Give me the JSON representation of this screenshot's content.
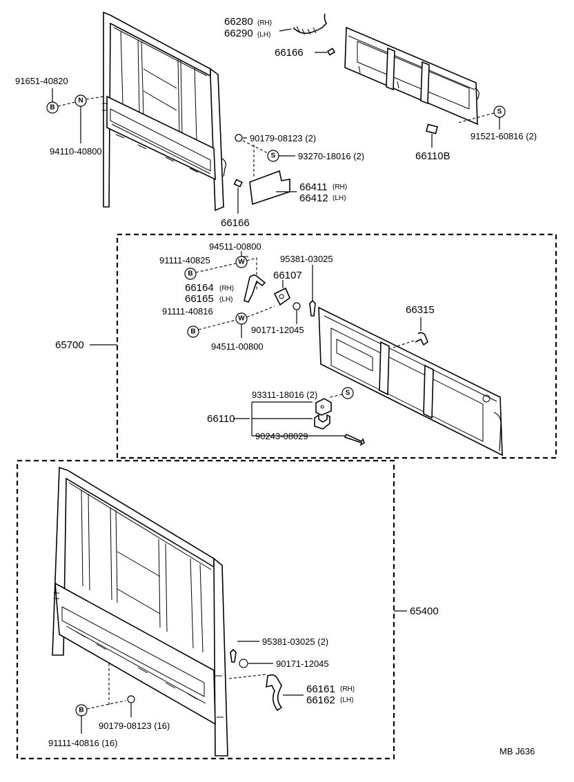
{
  "labels": {
    "p66280": "66280",
    "p66280_side": "(RH)",
    "p66290": "66290",
    "p66290_side": "(LH)",
    "p66166_top": "66166",
    "p91651": "91651-40820",
    "p94110": "94110-40800",
    "p90179_a": "90179-08123 (2)",
    "p93270": "93270-18016 (2)",
    "p66411": "66411",
    "p66411_side": "(RH)",
    "p66412": "66412",
    "p66412_side": "(LH)",
    "p66166_low": "66166",
    "p91521": "91521-60816 (2)",
    "p66110B": "66110B",
    "p94511_a": "94511-00800",
    "p91111_a": "91111-40825",
    "p95381_a": "95381-03025",
    "p66164": "66164",
    "p66164_side": "(RH)",
    "p66165": "66165",
    "p66165_side": "(LH)",
    "p66107": "66107",
    "p91111_b": "91111-40816",
    "p66315": "66315",
    "p90171_a": "90171-12045",
    "p94511_b": "94511-00800",
    "p65700": "65700",
    "p93311": "93311-18016 (2)",
    "p66110": "66110",
    "p90243": "90243-08029",
    "p65400": "65400",
    "p95381_b": "95381-03025 (2)",
    "p90171_b": "90171-12045",
    "p66161": "66161",
    "p66161_side": "(RH)",
    "p66162": "66162",
    "p66162_side": "(LH)",
    "p90179_b": "90179-08123 (16)",
    "p91111_c": "91111-40816 (16)",
    "footer": "MB  J636"
  },
  "symbols": {
    "bolt": "B",
    "nut": "N",
    "screw": "S",
    "washer": "W"
  }
}
